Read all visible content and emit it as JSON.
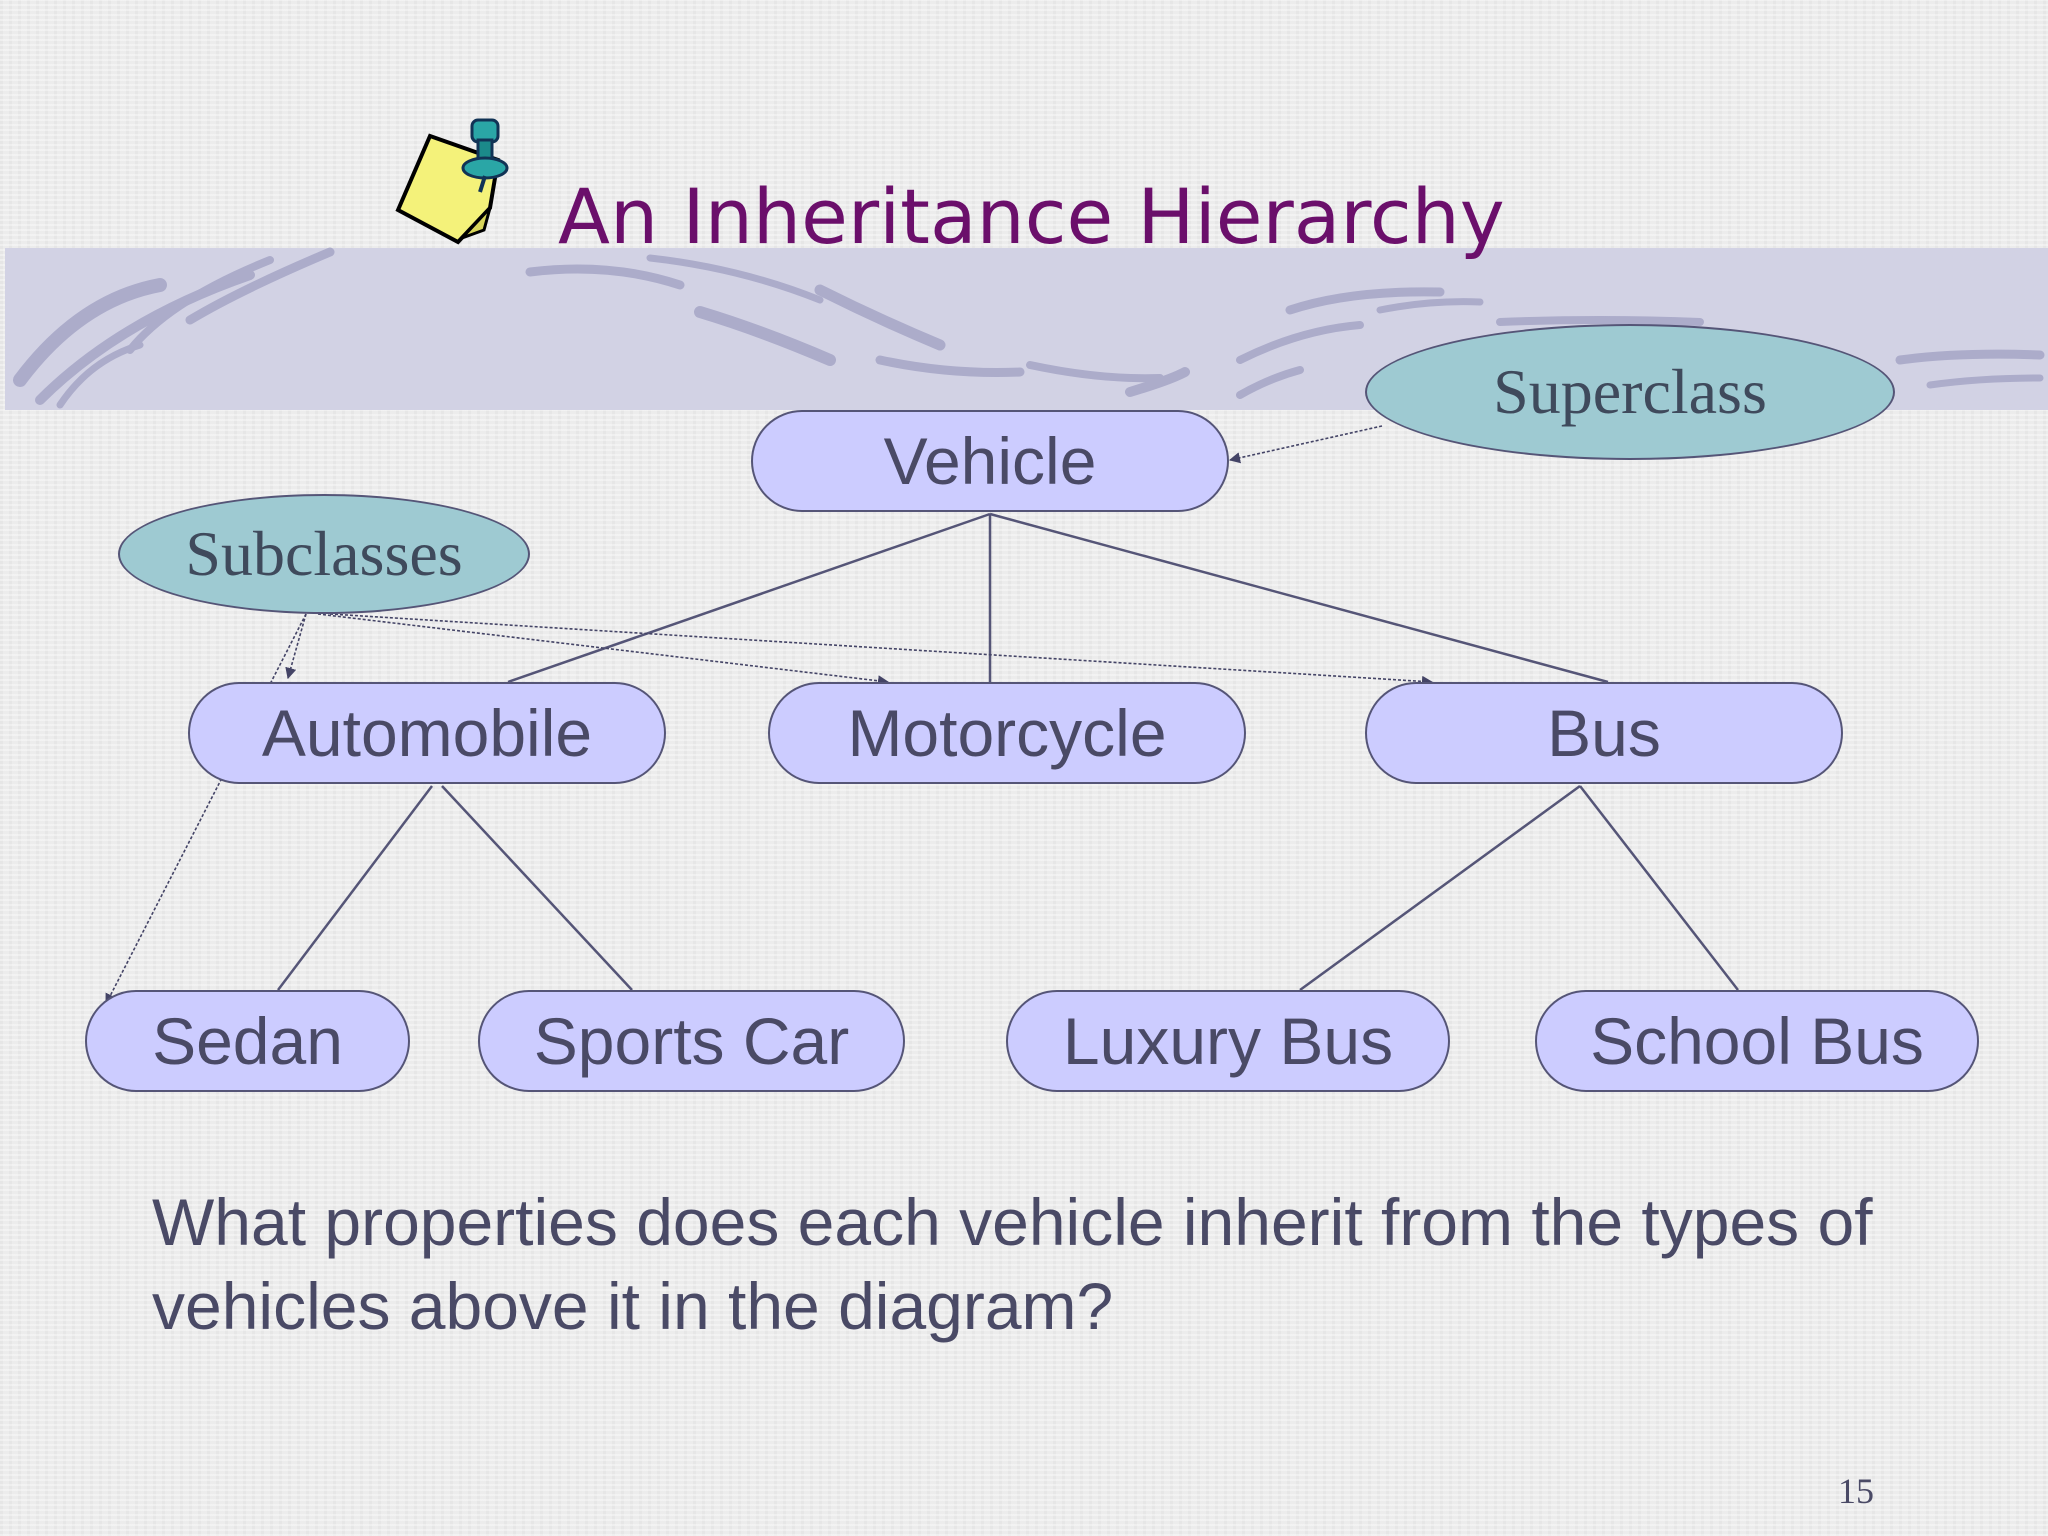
{
  "slide": {
    "title": "An Inheritance Hierarchy",
    "page_number": "15",
    "question": "What properties does each vehicle inherit from the types of vehicles above it in the diagram?"
  },
  "diagram": {
    "root": "Vehicle",
    "level1": [
      "Automobile",
      "Motorcycle",
      "Bus"
    ],
    "level2": [
      "Sedan",
      "Sports Car",
      "Luxury Bus",
      "School Bus"
    ],
    "callouts": {
      "superclass": "Superclass",
      "subclasses": "Subclasses"
    }
  },
  "colors": {
    "title": "#6b0f6b",
    "node_fill": "#ccccff",
    "callout_fill": "#9ecad2",
    "text": "#4a4a66"
  },
  "icons": {
    "title_icon": "pushpin-note-icon"
  }
}
